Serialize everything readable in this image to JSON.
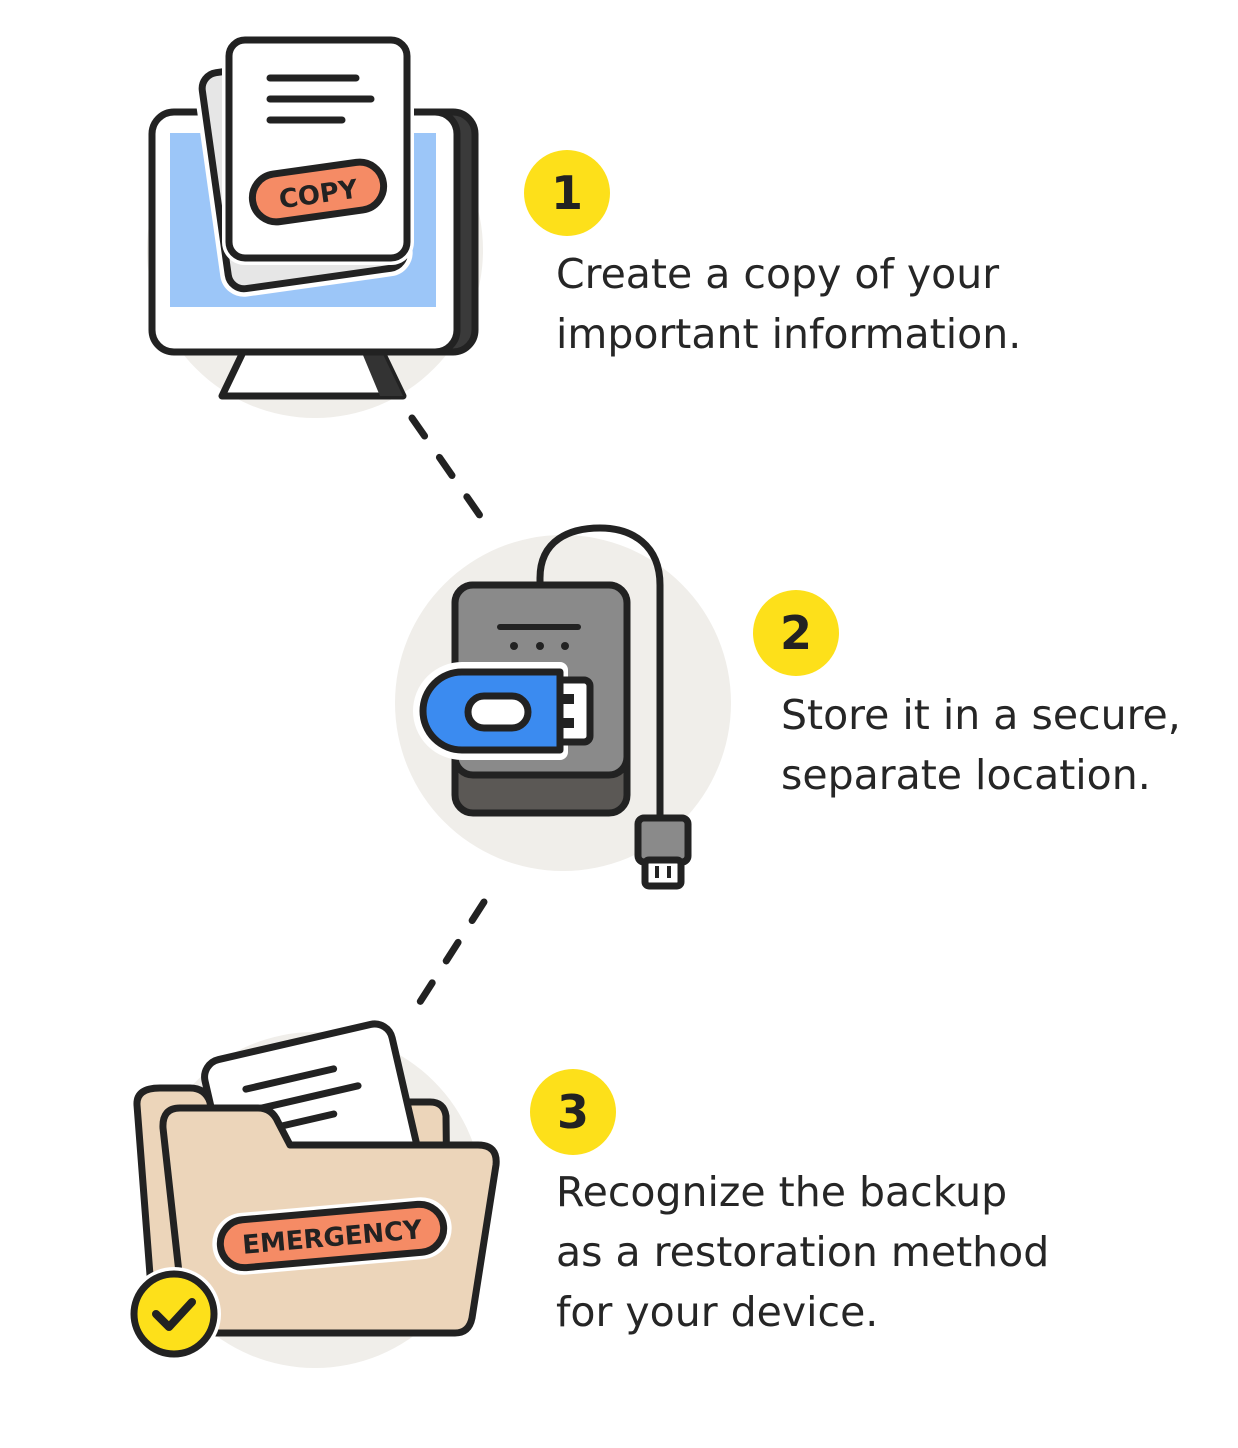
{
  "steps": [
    {
      "number": "1",
      "lines": [
        "Create a copy of your",
        "important information."
      ],
      "illustration": "computer-with-copy-document",
      "label": "COPY"
    },
    {
      "number": "2",
      "lines": [
        "Store it in a secure,",
        "separate location."
      ],
      "illustration": "external-drive-with-usb"
    },
    {
      "number": "3",
      "lines": [
        "Recognize the backup",
        "as a restoration method",
        "for your device."
      ],
      "illustration": "folder-with-documents-and-check",
      "label": "EMERGENCY"
    }
  ],
  "colors": {
    "badge": "#FDE01A",
    "label_fill": "#F58B65",
    "screen_blue": "#9CC6F8",
    "usb_blue": "#3B8BF0",
    "folder": "#ECD5BA",
    "drive_gray": "#8A8A8A",
    "circle_bg": "#F0EEEA",
    "outline": "#222222"
  }
}
